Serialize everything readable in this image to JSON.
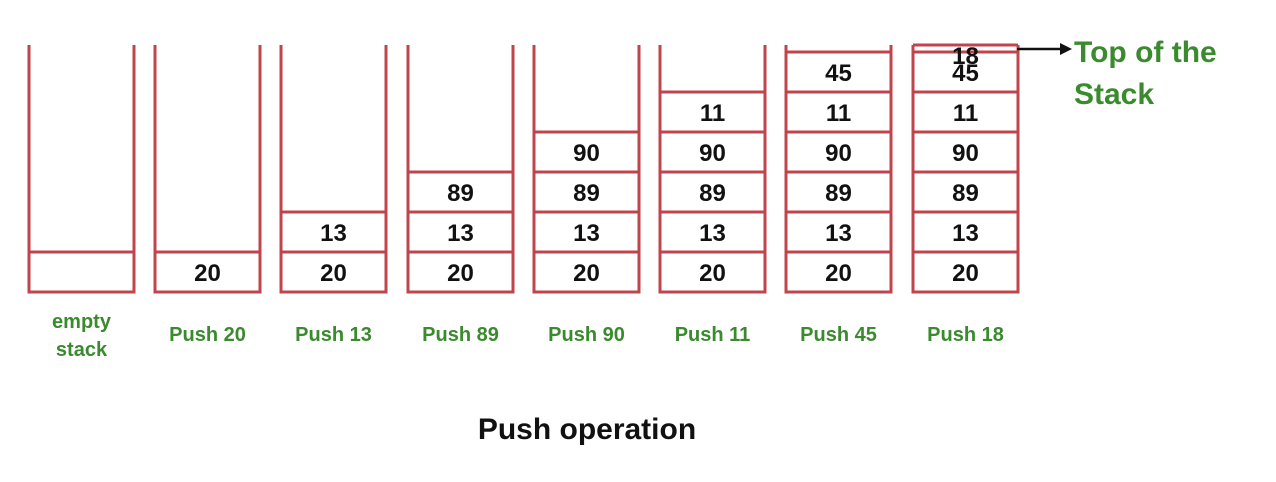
{
  "colors": {
    "stack_border": "#c0444c",
    "label": "#3a8a2e",
    "text": "#111111"
  },
  "stacks": [
    {
      "label": [
        "empty",
        "stack"
      ],
      "values": []
    },
    {
      "label": [
        "Push 20"
      ],
      "values": [
        "20"
      ]
    },
    {
      "label": [
        "Push 13"
      ],
      "values": [
        "20",
        "13"
      ]
    },
    {
      "label": [
        "Push 89"
      ],
      "values": [
        "20",
        "13",
        "89"
      ]
    },
    {
      "label": [
        "Push 90"
      ],
      "values": [
        "20",
        "13",
        "89",
        "90"
      ]
    },
    {
      "label": [
        "Push 11"
      ],
      "values": [
        "20",
        "13",
        "89",
        "90",
        "11"
      ]
    },
    {
      "label": [
        "Push 45"
      ],
      "values": [
        "20",
        "13",
        "89",
        "90",
        "11",
        "45"
      ]
    },
    {
      "label": [
        "Push 18"
      ],
      "values": [
        "20",
        "13",
        "89",
        "90",
        "11",
        "45",
        "18"
      ]
    }
  ],
  "top_label": [
    "Top of the",
    "Stack"
  ],
  "caption": "Push operation"
}
